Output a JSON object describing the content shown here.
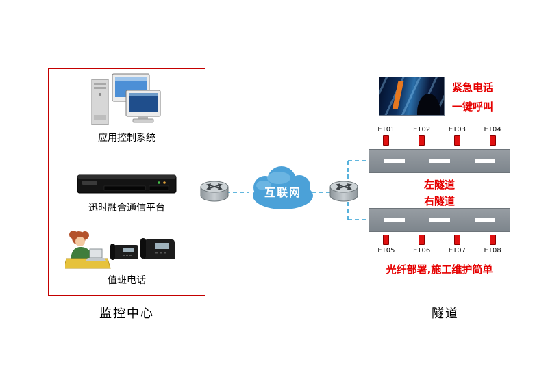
{
  "colors": {
    "box_border_red": "#c40000",
    "dashed_red": "#d42020",
    "dashed_blue": "#2e9fd4",
    "cloud_blue": "#4ba1d8",
    "tunnel_gray": "#878d94",
    "marker_red": "#e01010",
    "red_text": "#e60000"
  },
  "monitoring_center": {
    "section_label": "监控中心",
    "app_system_label": "应用控制系统",
    "platform_label": "迅时融合通信平台",
    "duty_phone_label": "值班电话"
  },
  "network": {
    "cloud_label": "互联网"
  },
  "tunnel": {
    "section_label": "隧道",
    "caption_line1": "紧急电话",
    "caption_line2": "一键呼叫",
    "left_tunnel_label": "左隧道",
    "right_tunnel_label": "右隧道",
    "top_phones": [
      "ET01",
      "ET02",
      "ET03",
      "ET04"
    ],
    "bottom_phones": [
      "ET05",
      "ET06",
      "ET07",
      "ET08"
    ],
    "bottom_note": "光纤部署,施工维护简单"
  },
  "icons": {
    "computer": "computer-workstation-icon",
    "gateway": "communication-gateway-icon",
    "operator": "operator-person-icon",
    "desk_phone": "desk-phone-icon",
    "router": "router-icon",
    "cloud": "internet-cloud-icon",
    "marker": "emergency-phone-marker"
  }
}
